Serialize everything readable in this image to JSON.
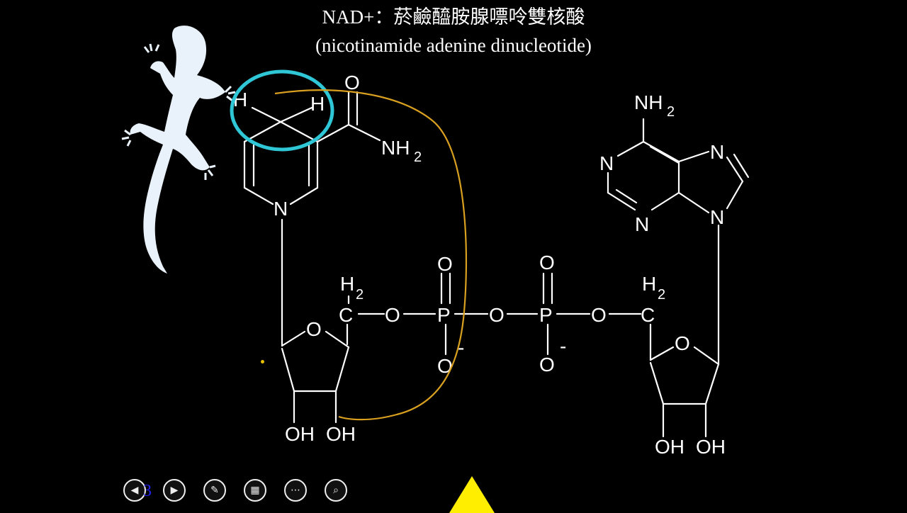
{
  "title": {
    "line1": "NAD+：菸鹼醯胺腺嘌呤雙核酸",
    "line2": "(nicotinamide adenine dinucleotide)"
  },
  "atoms": {
    "h_left": "H",
    "h_right": "H",
    "carbonyl_o": "O",
    "amide_n": "NH",
    "amide_sub": "2",
    "pyridine_n": "N",
    "ribose1_o": "O",
    "ribose1_ch2_h": "H",
    "ribose1_ch2_sub": "2",
    "ribose1_c": "C",
    "bridge_o1": "O",
    "p1": "P",
    "p1_top_o": "O",
    "p1_bottom_o": "O",
    "p1_charge": "-",
    "bridge_o2": "O",
    "p2": "P",
    "p2_top_o": "O",
    "p2_bottom_o": "O",
    "p2_charge": "-",
    "bridge_o3": "O",
    "ribose2_ch2_h": "H",
    "ribose2_ch2_sub": "2",
    "ribose2_c": "C",
    "ribose2_o": "O",
    "oh1a": "OH",
    "oh1b": "OH",
    "oh2a": "OH",
    "oh2b": "OH",
    "adenine_nh": "NH",
    "adenine_sub": "2",
    "adenine_n1": "N",
    "adenine_n3": "N",
    "adenine_n7": "N",
    "adenine_n9": "N"
  },
  "annotation_colors": {
    "highlight_circle": "#2fc6d6",
    "arc": "#d9a020",
    "cursor": "#ffee00"
  },
  "toolbar": {
    "slide_number": "3"
  }
}
